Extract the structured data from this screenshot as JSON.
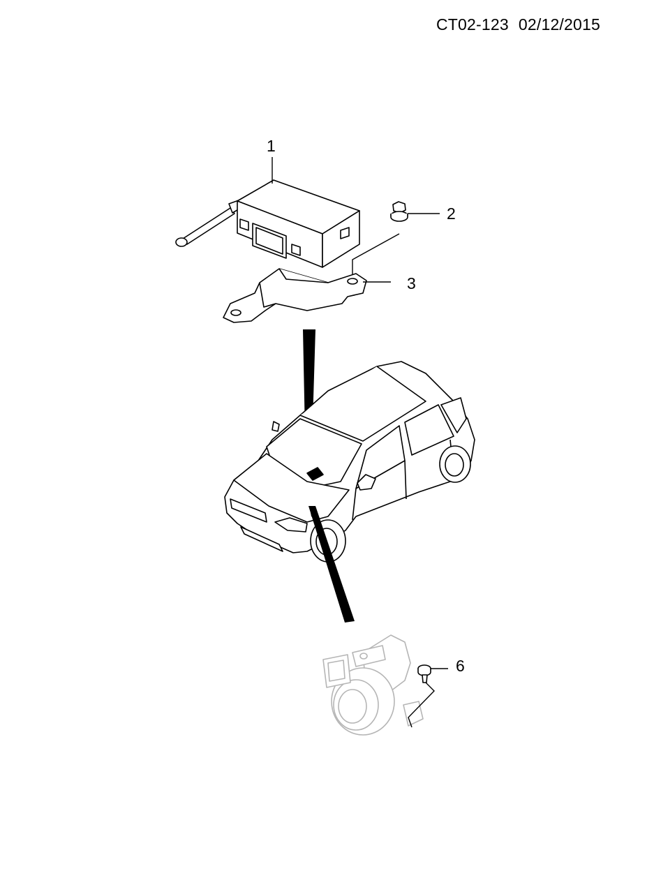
{
  "header": {
    "code": "CT02-123",
    "date": "02/12/2015"
  },
  "callouts": {
    "c1": "1",
    "c2": "2",
    "c3": "3",
    "c6": "6"
  },
  "colors": {
    "ink": "#000000",
    "faded_part": "#b5b5b5",
    "background": "#ffffff"
  }
}
